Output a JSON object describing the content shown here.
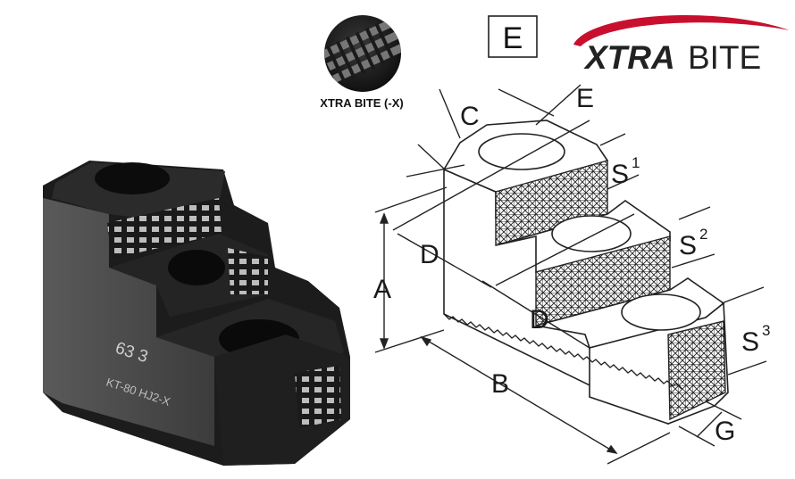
{
  "badge": {
    "letter": "E"
  },
  "brand": {
    "word1": "XTRA",
    "word2": "BITE",
    "arc_color": "#c8102e",
    "text_color": "#222222"
  },
  "inset": {
    "caption": "XTRA BITE (-X)"
  },
  "photo": {
    "marking_number": "63   3",
    "marking_code": "KT-80 HJ2-X"
  },
  "dimensions": {
    "A": "A",
    "B": "B",
    "C": "C",
    "D1": "D",
    "D2": "D",
    "E": "E",
    "G": "G",
    "S": "S",
    "s1": "1",
    "s2": "2",
    "s3": "3"
  }
}
